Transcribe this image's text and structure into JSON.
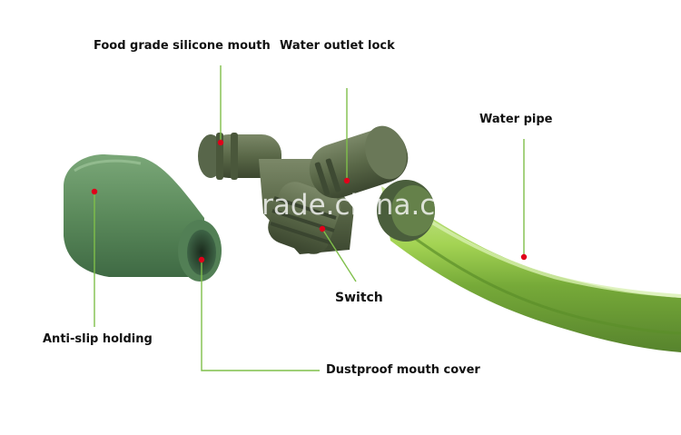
{
  "labels": {
    "food_grade_mouth": "Food grade silicone mouth",
    "water_outlet_lock": "Water outlet lock",
    "water_pipe": "Water pipe",
    "switch": "Switch",
    "anti_slip": "Anti-slip holding",
    "dustproof_cover": "Dustproof mouth cover"
  },
  "watermark": "trade.china.cn",
  "colors": {
    "part_green": "#5f6e4c",
    "cover_green": "#5e8a5d",
    "tube_green": "#9fcf4f",
    "leader_line": "#7fbf4a",
    "dot": "#e0001a",
    "text": "#111111"
  }
}
